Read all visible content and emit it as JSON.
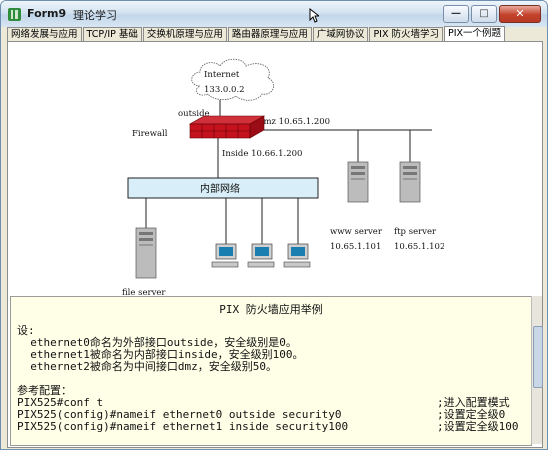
{
  "window": {
    "app_title": "Form9",
    "caption": "理论学习"
  },
  "tabs": [
    {
      "label": "网络发展与应用"
    },
    {
      "label": "TCP/IP 基础"
    },
    {
      "label": "交换机原理与应用"
    },
    {
      "label": "路由器原理与应用"
    },
    {
      "label": "广域网协议"
    },
    {
      "label": "PIX 防火墙学习"
    },
    {
      "label": "PIX一个例题"
    }
  ],
  "diagram": {
    "internet": "Internet",
    "internet_ip": "133.0.0.2",
    "outside": "outside",
    "firewall": "Firewall",
    "dmz": "dmz 10.65.1.200",
    "inside": "Inside 10.66.1.200",
    "lan": "内部网络",
    "www_label": "www server",
    "www_ip": "10.65.1.101",
    "ftp_label": "ftp server",
    "ftp_ip": "10.65.1.102",
    "file_label": "file server"
  },
  "text": {
    "title": "PIX 防火墙应用举例",
    "l1": "设:",
    "l2": "  ethernet0命名为外部接口outside，安全级别是0。",
    "l3": "  ethernet1被命名为内部接口inside，安全级别100。",
    "l4": "  ethernet2被命名为中间接口dmz，安全级别50。",
    "l5": "参考配置：",
    "l6": "PIX525#conf t",
    "c6": ";进入配置模式",
    "l7": "PIX525(config)#nameif ethernet0 outside security0",
    "c7": ";设置定全级0",
    "l8": "PIX525(config)#nameif ethernet1 inside security100",
    "c8": ";设置定全级100"
  }
}
